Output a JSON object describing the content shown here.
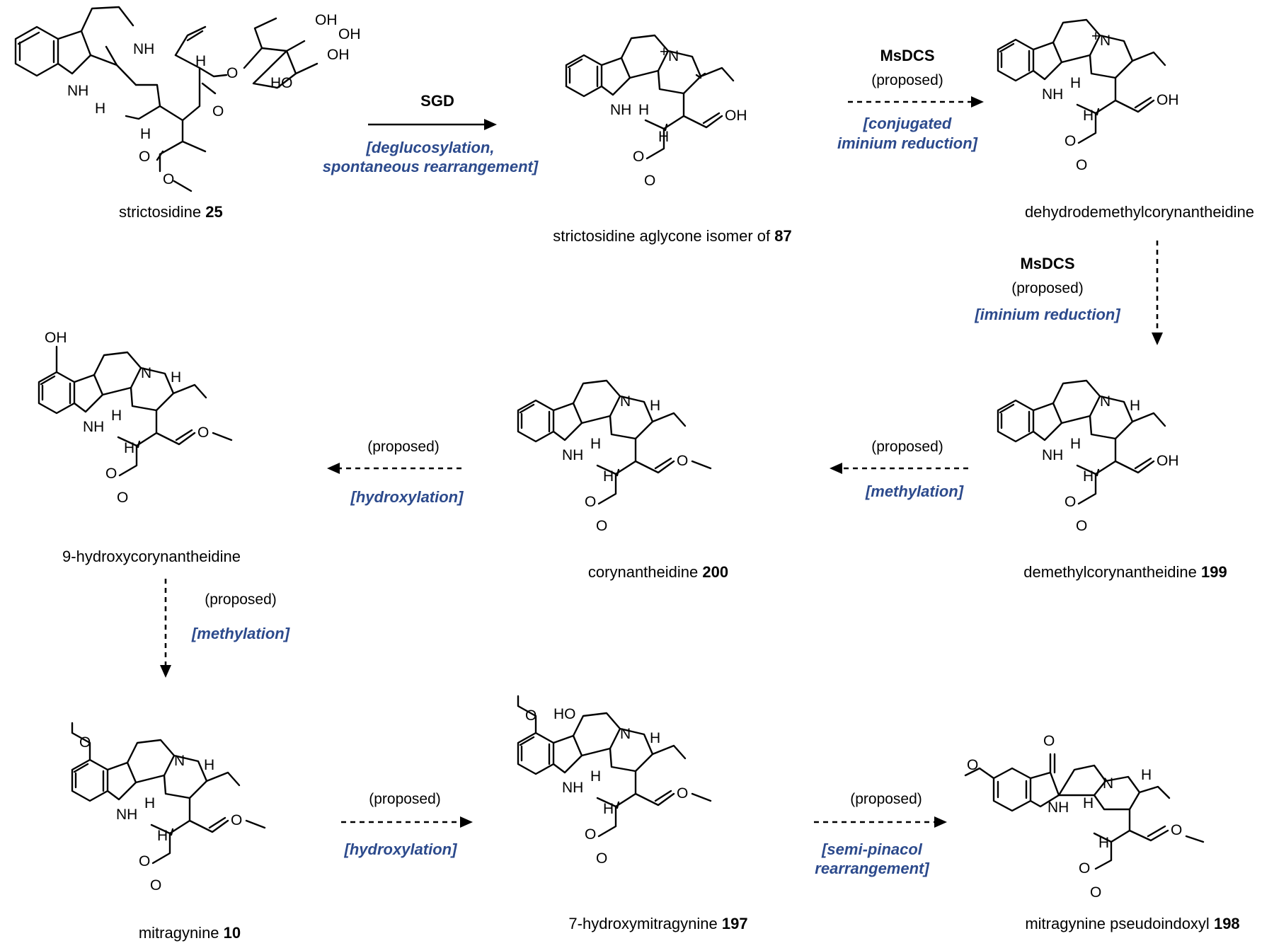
{
  "compounds": [
    {
      "label": "strictosidine",
      "number": "25"
    },
    {
      "label": "strictosidine aglycone isomer of",
      "number": "87"
    },
    {
      "label": "dehydrodemethylcorynantheidine",
      "number": ""
    },
    {
      "label": "demethylcorynantheidine",
      "number": "199"
    },
    {
      "label": "corynantheidine",
      "number": "200"
    },
    {
      "label": "9-hydroxycorynantheidine",
      "number": ""
    },
    {
      "label": "mitragynine",
      "number": "10"
    },
    {
      "label": "7-hydroxymitragynine",
      "number": "197"
    },
    {
      "label": "mitragynine pseudoindoxyl",
      "number": "198"
    }
  ],
  "steps": [
    {
      "enzyme": "SGD",
      "status": "",
      "notes": [
        "[deglucosylation,",
        "spontaneous rearrangement]"
      ],
      "style": "solid"
    },
    {
      "enzyme": "MsDCS",
      "status": "(proposed)",
      "notes": [
        "[conjugated",
        "iminium reduction]"
      ],
      "style": "dashed"
    },
    {
      "enzyme": "MsDCS",
      "status": "(proposed)",
      "notes": [
        "[iminium reduction]"
      ],
      "style": "dashed"
    },
    {
      "enzyme": "",
      "status": "(proposed)",
      "notes": [
        "[methylation]"
      ],
      "style": "dashed"
    },
    {
      "enzyme": "",
      "status": "(proposed)",
      "notes": [
        "[hydroxylation]"
      ],
      "style": "dashed"
    },
    {
      "enzyme": "",
      "status": "(proposed)",
      "notes": [
        "[methylation]"
      ],
      "style": "dashed"
    },
    {
      "enzyme": "",
      "status": "(proposed)",
      "notes": [
        "[hydroxylation]"
      ],
      "style": "dashed"
    },
    {
      "enzyme": "",
      "status": "(proposed)",
      "notes": [
        "[semi-pinacol",
        "rearrangement]"
      ],
      "style": "dashed"
    }
  ],
  "atoms": {
    "nh": "NH",
    "n": "N",
    "h": "H",
    "oh": "OH",
    "ho": "HO",
    "o": "O",
    "n_plus": "N",
    "plus": "+"
  },
  "colors": {
    "annotation": "#2c4a8c",
    "ink": "#000000"
  }
}
